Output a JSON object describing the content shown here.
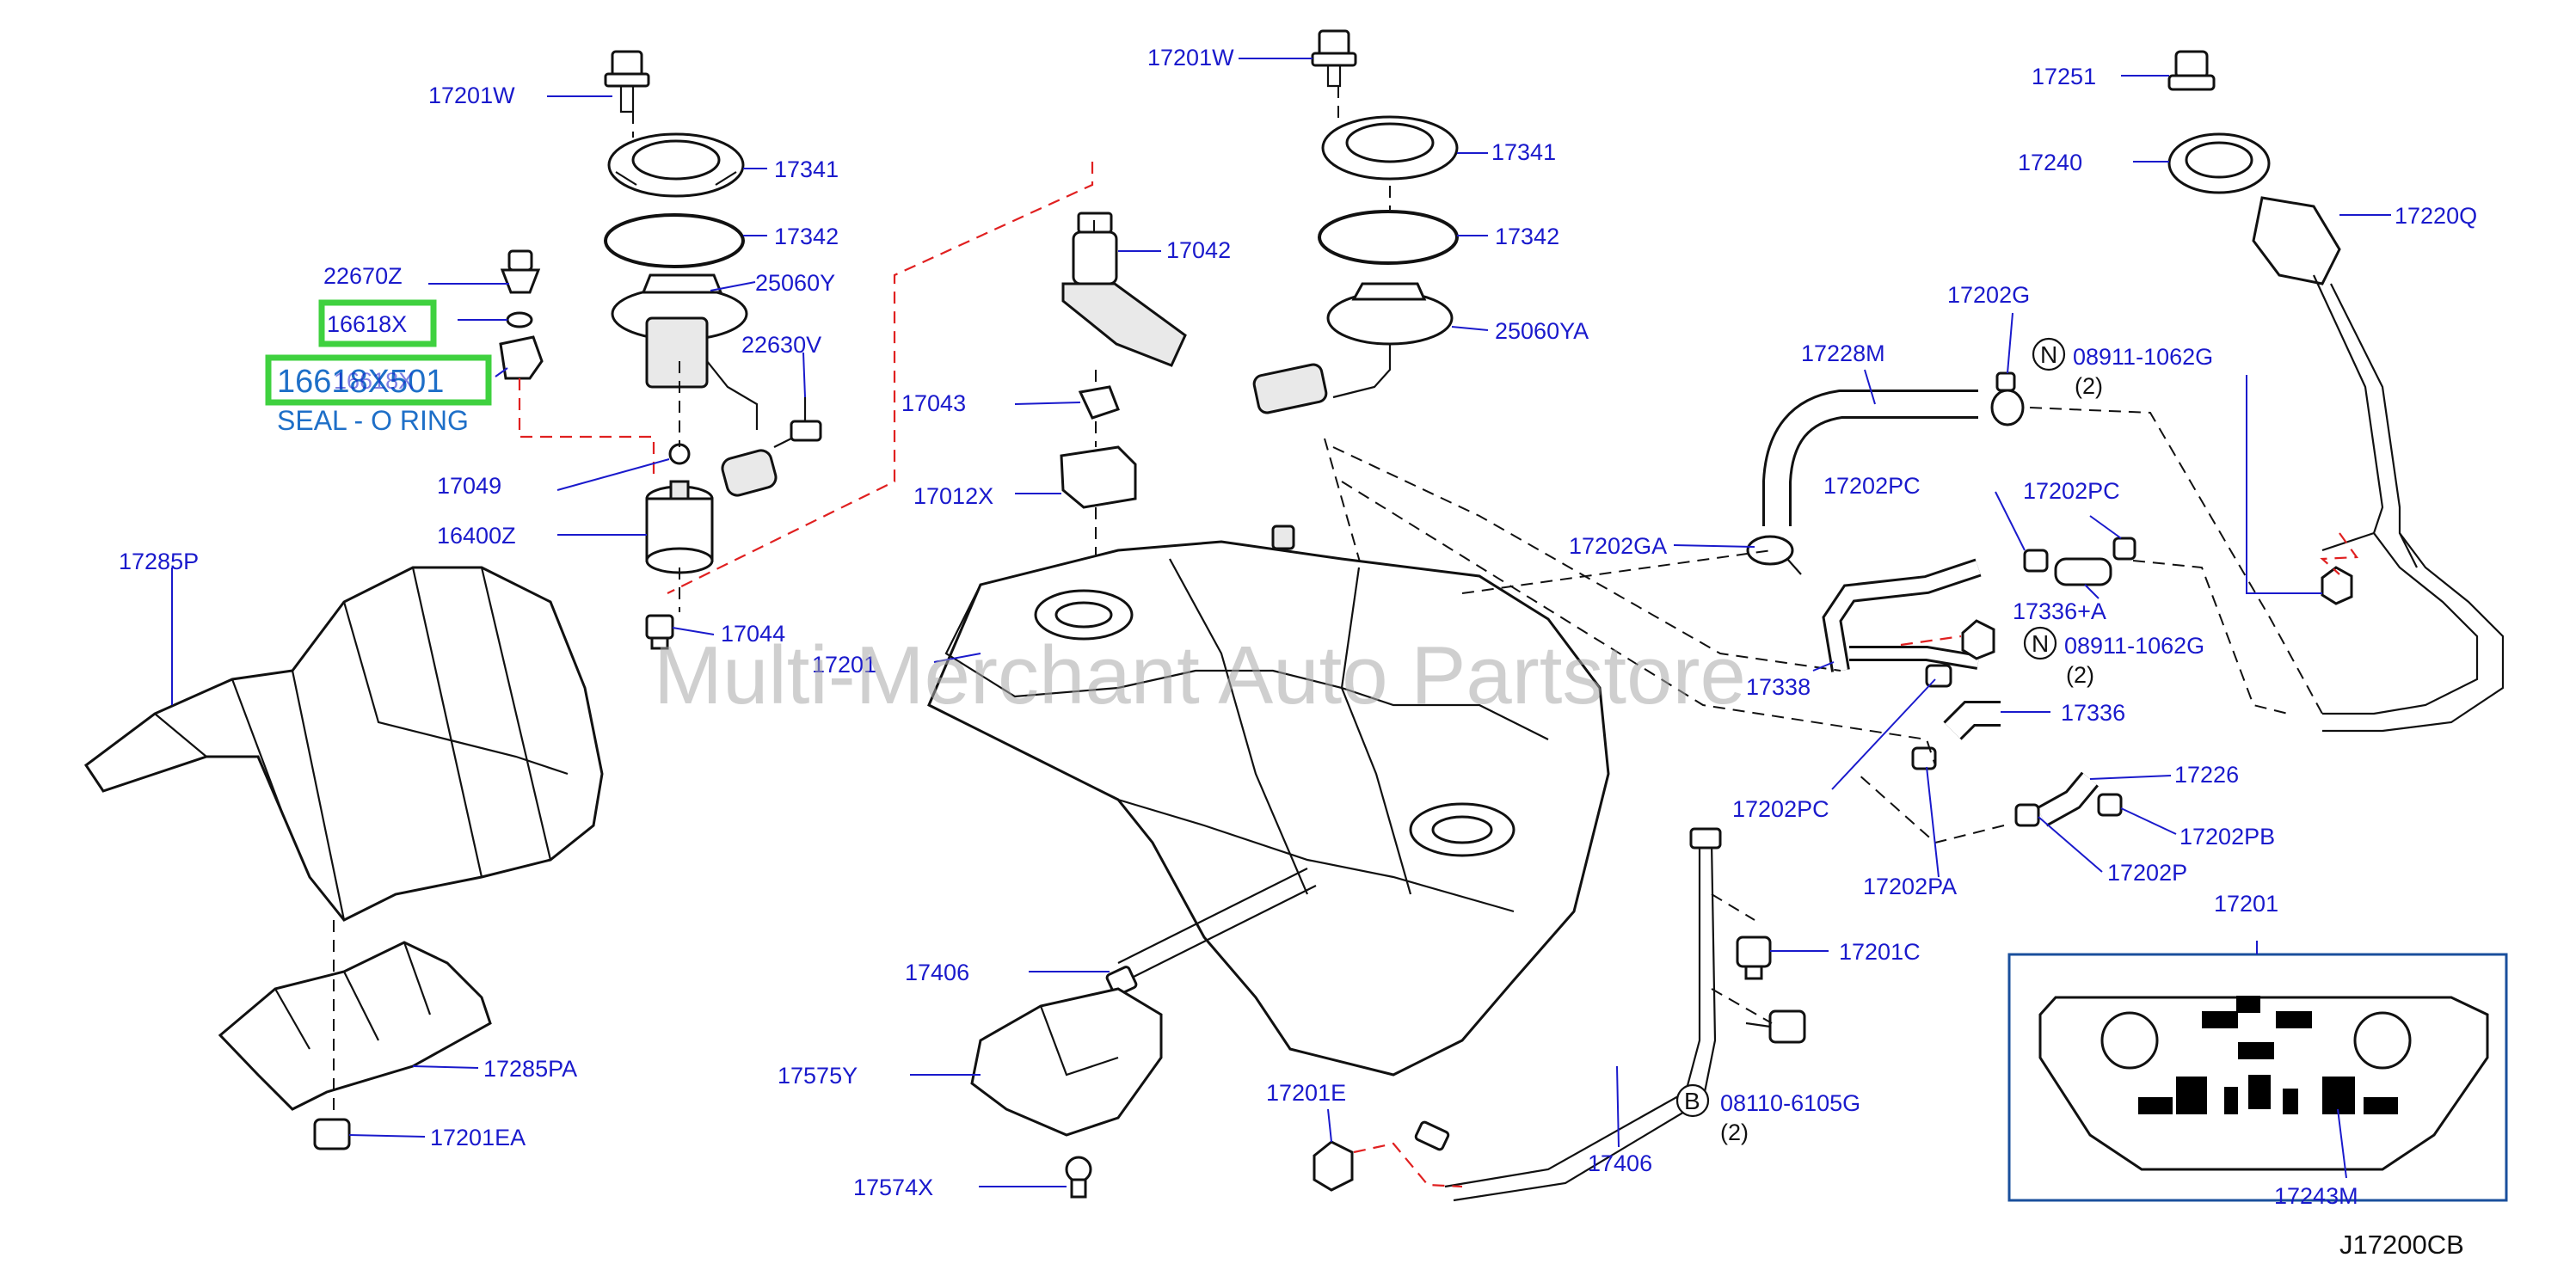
{
  "diagram": {
    "watermark": "Multi-Merchant Auto Partstore",
    "diagram_code": "J17200CB",
    "highlight": {
      "part_a": "16618X",
      "part_b": "16618X501",
      "part_b_overlay": "16618X",
      "seal_label": "SEAL - O RING",
      "accent_color": "#3fd13f",
      "text_color": "#1e6fc8"
    },
    "labels": {
      "p17201w_l": "17201W",
      "p17201w_r": "17201W",
      "p17341_l": "17341",
      "p17341_r": "17341",
      "p17342_l": "17342",
      "p17342_r": "17342",
      "p22670z": "22670Z",
      "p25060y": "25060Y",
      "p25060ya": "25060YA",
      "p22630v": "22630V",
      "p17042": "17042",
      "p17043": "17043",
      "p17012x": "17012X",
      "p17049": "17049",
      "p16400z": "16400Z",
      "p17044": "17044",
      "p17285p": "17285P",
      "p17201_tank": "17201",
      "p17201_box": "17201",
      "p17251": "17251",
      "p17240": "17240",
      "p17220q": "17220Q",
      "p17202g": "17202G",
      "p17228m": "17228M",
      "p17202pc_a": "17202PC",
      "p17202pc_b": "17202PC",
      "p17202pc_c": "17202PC",
      "p17202ga": "17202GA",
      "p17336a": "17336+A",
      "p17338": "17338",
      "p17336": "17336",
      "p17226": "17226",
      "p17202pb": "17202PB",
      "p17202pa": "17202PA",
      "p17202p": "17202P",
      "p17406_l": "17406",
      "p17406_r": "17406",
      "p17575y": "17575Y",
      "p17574x": "17574X",
      "p17285pa": "17285PA",
      "p17201ea": "17201EA",
      "p17201e": "17201E",
      "p17201c": "17201C",
      "p17243m": "17243M"
    },
    "fasteners": {
      "n1": {
        "symbol": "N",
        "part": "08911-1062G",
        "qty": "(2)"
      },
      "n2": {
        "symbol": "N",
        "part": "08911-1062G",
        "qty": "(2)"
      },
      "b1": {
        "symbol": "B",
        "part": "08110-6105G",
        "qty": "(2)"
      }
    }
  }
}
